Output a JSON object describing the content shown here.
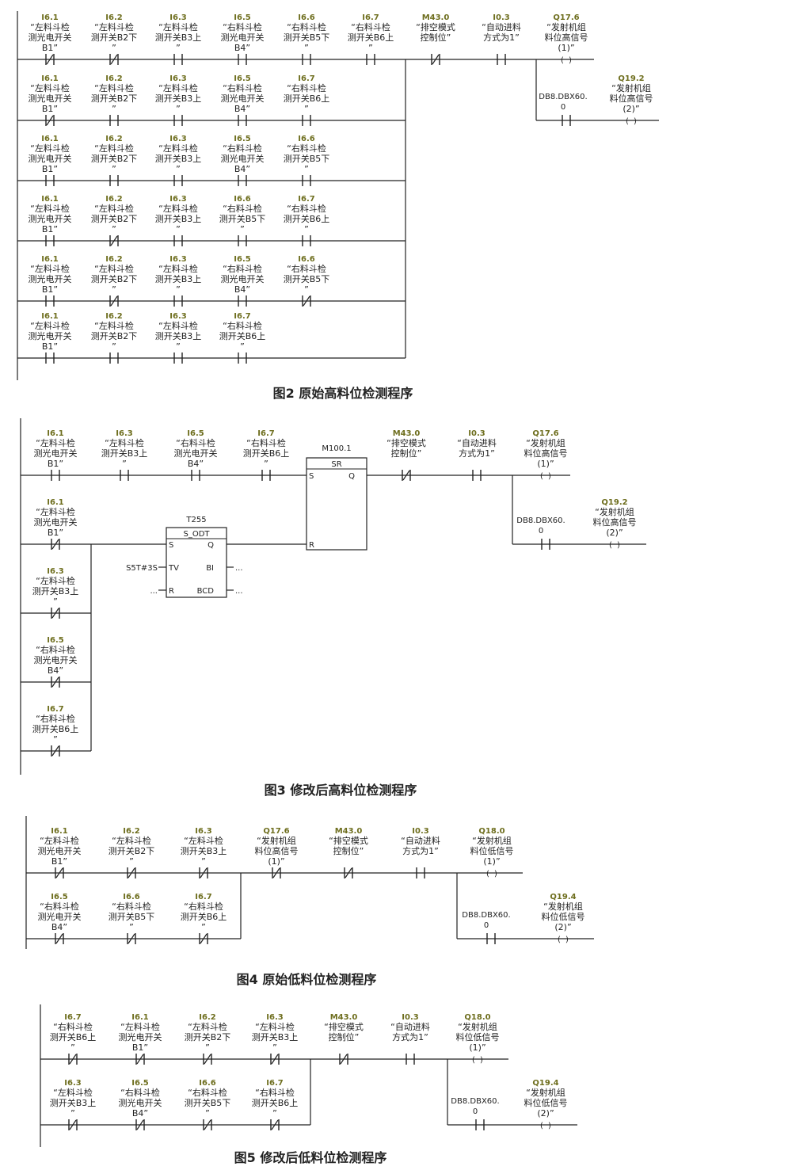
{
  "figures": [
    {
      "caption": "图2  原始高料位检测程序",
      "rows": [
        {
          "contacts": [
            {
              "addr": "I6.1",
              "label": [
                "“左料斗检",
                "测光电开关",
                "B1”"
              ],
              "nc": true
            },
            {
              "addr": "I6.2",
              "label": [
                "“左料斗检",
                "测开关B2下",
                "”"
              ],
              "nc": true
            },
            {
              "addr": "I6.3",
              "label": [
                "“左料斗检",
                "测开关B3上",
                "”"
              ],
              "nc": false
            },
            {
              "addr": "I6.5",
              "label": [
                "“右料斗检",
                "测光电开关",
                "B4”"
              ],
              "nc": false
            },
            {
              "addr": "I6.6",
              "label": [
                "“右料斗检",
                "测开关B5下",
                "”"
              ],
              "nc": false
            },
            {
              "addr": "I6.7",
              "label": [
                "“右料斗检",
                "测开关B6上",
                "”"
              ],
              "nc": false
            }
          ]
        },
        {
          "contacts": [
            {
              "addr": "I6.1",
              "label": [
                "“左料斗检",
                "测光电开关",
                "B1”"
              ],
              "nc": true
            },
            {
              "addr": "I6.2",
              "label": [
                "“左料斗检",
                "测开关B2下",
                "”"
              ],
              "nc": false
            },
            {
              "addr": "I6.3",
              "label": [
                "“左料斗检",
                "测开关B3上",
                "”"
              ],
              "nc": false
            },
            {
              "addr": "I6.5",
              "label": [
                "“右料斗检",
                "测光电开关",
                "B4”"
              ],
              "nc": false
            },
            {
              "addr": "I6.7",
              "label": [
                "“右料斗检",
                "测开关B6上",
                "”"
              ],
              "nc": false
            }
          ]
        },
        {
          "contacts": [
            {
              "addr": "I6.1",
              "label": [
                "“左料斗检",
                "测光电开关",
                "B1”"
              ],
              "nc": false
            },
            {
              "addr": "I6.2",
              "label": [
                "“左料斗检",
                "测开关B2下",
                "”"
              ],
              "nc": false
            },
            {
              "addr": "I6.3",
              "label": [
                "“左料斗检",
                "测开关B3上",
                "”"
              ],
              "nc": false
            },
            {
              "addr": "I6.5",
              "label": [
                "“右料斗检",
                "测光电开关",
                "B4”"
              ],
              "nc": false
            },
            {
              "addr": "I6.6",
              "label": [
                "“右料斗检",
                "测开关B5下",
                "”"
              ],
              "nc": false
            }
          ]
        },
        {
          "contacts": [
            {
              "addr": "I6.1",
              "label": [
                "“左料斗检",
                "测光电开关",
                "B1”"
              ],
              "nc": false
            },
            {
              "addr": "I6.2",
              "label": [
                "“左料斗检",
                "测开关B2下",
                "”"
              ],
              "nc": true
            },
            {
              "addr": "I6.3",
              "label": [
                "“左料斗检",
                "测开关B3上",
                "”"
              ],
              "nc": false
            },
            {
              "addr": "I6.6",
              "label": [
                "“右料斗检",
                "测开关B5下",
                "”"
              ],
              "nc": false
            },
            {
              "addr": "I6.7",
              "label": [
                "“右料斗检",
                "测开关B6上",
                "”"
              ],
              "nc": false
            }
          ]
        },
        {
          "contacts": [
            {
              "addr": "I6.1",
              "label": [
                "“左料斗检",
                "测光电开关",
                "B1”"
              ],
              "nc": false
            },
            {
              "addr": "I6.2",
              "label": [
                "“左料斗检",
                "测开关B2下",
                "”"
              ],
              "nc": true
            },
            {
              "addr": "I6.3",
              "label": [
                "“左料斗检",
                "测开关B3上",
                "”"
              ],
              "nc": false
            },
            {
              "addr": "I6.5",
              "label": [
                "“右料斗检",
                "测光电开关",
                "B4”"
              ],
              "nc": false
            },
            {
              "addr": "I6.6",
              "label": [
                "“右料斗检",
                "测开关B5下",
                "”"
              ],
              "nc": true
            }
          ]
        },
        {
          "contacts": [
            {
              "addr": "I6.1",
              "label": [
                "“左料斗检",
                "测光电开关",
                "B1”"
              ],
              "nc": false
            },
            {
              "addr": "I6.2",
              "label": [
                "“左料斗检",
                "测开关B2下",
                "”"
              ],
              "nc": false
            },
            {
              "addr": "I6.3",
              "label": [
                "“左料斗检",
                "测开关B3上",
                "”"
              ],
              "nc": false
            },
            {
              "addr": "I6.7",
              "label": [
                "“右料斗检",
                "测开关B6上",
                "”"
              ],
              "nc": false
            }
          ]
        }
      ],
      "series_contacts": [
        {
          "addr": "M43.0",
          "label": [
            "“排空模式",
            "控制位”"
          ],
          "nc": true
        },
        {
          "addr": "I0.3",
          "label": [
            "“自动进料",
            "方式为1”"
          ],
          "nc": false
        }
      ],
      "coil_main": {
        "addr": "Q17.6",
        "label": [
          "“发射机组",
          "料位高信号",
          "(1)”"
        ]
      },
      "coil_branch": {
        "addr": "Q19.2",
        "label": [
          "“发射机组",
          "料位高信号",
          "(2)”"
        ],
        "db_addr": "DB8.DBX60.",
        "db_bit": "0"
      }
    },
    {
      "caption": "图3  修改后高料位检测程序",
      "set_contacts": [
        {
          "addr": "I6.1",
          "label": [
            "“左料斗检",
            "测光电开关",
            "B1”"
          ],
          "nc": false
        },
        {
          "addr": "I6.3",
          "label": [
            "“左料斗检",
            "测开关B3上",
            "”"
          ],
          "nc": false
        },
        {
          "addr": "I6.5",
          "label": [
            "“右料斗检",
            "测光电开关",
            "B4”"
          ],
          "nc": false
        },
        {
          "addr": "I6.7",
          "label": [
            "“右料斗检",
            "测开关B6上",
            "”"
          ],
          "nc": false
        }
      ],
      "reset_contacts": [
        {
          "addr": "I6.1",
          "label": [
            "“左料斗检",
            "测光电开关",
            "B1”"
          ],
          "nc": true
        },
        {
          "addr": "I6.3",
          "label": [
            "“左料斗检",
            "测开关B3上",
            "”"
          ],
          "nc": true
        },
        {
          "addr": "I6.5",
          "label": [
            "“右料斗检",
            "测光电开关",
            "B4”"
          ],
          "nc": true
        },
        {
          "addr": "I6.7",
          "label": [
            "“右料斗检",
            "测开关B6上",
            "”"
          ],
          "nc": true
        }
      ],
      "timer": {
        "name": "T255",
        "type": "S_ODT",
        "pin_s": "S",
        "pin_q": "Q",
        "pin_tv": "TV",
        "pin_bi": "BI",
        "pin_r": "R",
        "pin_bcd": "BCD",
        "tv_value": "S5T#3S",
        "open_pin": "..."
      },
      "sr": {
        "addr": "M100.1",
        "type": "SR",
        "pin_s": "S",
        "pin_q": "Q",
        "pin_r": "R"
      },
      "series_contacts": [
        {
          "addr": "M43.0",
          "label": [
            "“排空模式",
            "控制位”"
          ],
          "nc": true
        },
        {
          "addr": "I0.3",
          "label": [
            "“自动进料",
            "方式为1”"
          ],
          "nc": false
        }
      ],
      "coil_main": {
        "addr": "Q17.6",
        "label": [
          "“发射机组",
          "料位高信号",
          "(1)”"
        ]
      },
      "coil_branch": {
        "addr": "Q19.2",
        "label": [
          "“发射机组",
          "料位高信号",
          "(2)”"
        ],
        "db_addr": "DB8.DBX60.",
        "db_bit": "0"
      }
    },
    {
      "caption": "图4  原始低料位检测程序",
      "rows": [
        {
          "contacts": [
            {
              "addr": "I6.1",
              "label": [
                "“左料斗检",
                "测光电开关",
                "B1”"
              ],
              "nc": true
            },
            {
              "addr": "I6.2",
              "label": [
                "“左料斗检",
                "测开关B2下",
                "”"
              ],
              "nc": true
            },
            {
              "addr": "I6.3",
              "label": [
                "“左料斗检",
                "测开关B3上",
                "”"
              ],
              "nc": true
            }
          ]
        },
        {
          "contacts": [
            {
              "addr": "I6.5",
              "label": [
                "“右料斗检",
                "测光电开关",
                "B4”"
              ],
              "nc": true
            },
            {
              "addr": "I6.6",
              "label": [
                "“右料斗检",
                "测开关B5下",
                "”"
              ],
              "nc": true
            },
            {
              "addr": "I6.7",
              "label": [
                "“右料斗检",
                "测开关B6上",
                "”"
              ],
              "nc": true
            }
          ]
        }
      ],
      "series_contacts": [
        {
          "addr": "Q17.6",
          "label": [
            "“发射机组",
            "料位高信号",
            "(1)”"
          ],
          "nc": true
        },
        {
          "addr": "M43.0",
          "label": [
            "“排空模式",
            "控制位”"
          ],
          "nc": true
        },
        {
          "addr": "I0.3",
          "label": [
            "“自动进料",
            "方式为1”"
          ],
          "nc": false
        }
      ],
      "coil_main": {
        "addr": "Q18.0",
        "label": [
          "“发射机组",
          "料位低信号",
          "(1)”"
        ]
      },
      "coil_branch": {
        "addr": "Q19.4",
        "label": [
          "“发射机组",
          "料位低信号",
          "(2)”"
        ],
        "db_addr": "DB8.DBX60.",
        "db_bit": "0"
      }
    },
    {
      "caption": "图5  修改后低料位检测程序",
      "rows": [
        {
          "contacts": [
            {
              "addr": "I6.7",
              "label": [
                "“右料斗检",
                "测开关B6上",
                "”"
              ],
              "nc": true
            },
            {
              "addr": "I6.1",
              "label": [
                "“左料斗检",
                "测光电开关",
                "B1”"
              ],
              "nc": true
            },
            {
              "addr": "I6.2",
              "label": [
                "“左料斗检",
                "测开关B2下",
                "”"
              ],
              "nc": true
            },
            {
              "addr": "I6.3",
              "label": [
                "“左料斗检",
                "测开关B3上",
                "”"
              ],
              "nc": true
            }
          ]
        },
        {
          "contacts": [
            {
              "addr": "I6.3",
              "label": [
                "“左料斗检",
                "测开关B3上",
                "”"
              ],
              "nc": true
            },
            {
              "addr": "I6.5",
              "label": [
                "“右料斗检",
                "测光电开关",
                "B4”"
              ],
              "nc": true
            },
            {
              "addr": "I6.6",
              "label": [
                "“右料斗检",
                "测开关B5下",
                "”"
              ],
              "nc": true
            },
            {
              "addr": "I6.7",
              "label": [
                "“右料斗检",
                "测开关B6上",
                "”"
              ],
              "nc": true
            }
          ]
        }
      ],
      "series_contacts": [
        {
          "addr": "M43.0",
          "label": [
            "“排空模式",
            "控制位”"
          ],
          "nc": true
        },
        {
          "addr": "I0.3",
          "label": [
            "“自动进料",
            "方式为1”"
          ],
          "nc": false
        }
      ],
      "coil_main": {
        "addr": "Q18.0",
        "label": [
          "“发射机组",
          "料位低信号",
          "(1)”"
        ]
      },
      "coil_branch": {
        "addr": "Q19.4",
        "label": [
          "“发射机组",
          "料位低信号",
          "(2)”"
        ],
        "db_addr": "DB8.DBX60.",
        "db_bit": "0"
      }
    }
  ]
}
